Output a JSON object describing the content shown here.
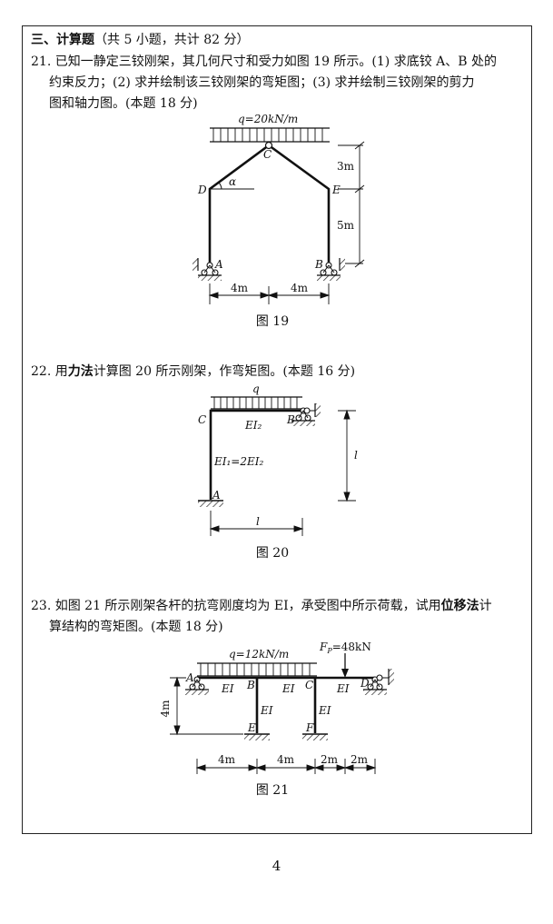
{
  "section": {
    "prefix": "三、",
    "title": "计算题",
    "note": "（共 5 小题，共计 82 分）"
  },
  "q21": {
    "line1": "21. 已知一静定三铰刚架，其几何尺寸和受力如图 19 所示。(1) 求底铰 A、B 处的",
    "line2": "约束反力；(2) 求并绘制该三铰刚架的弯矩图；(3) 求并绘制三铰刚架的剪力",
    "line3": "图和轴力图。(本题 18 分)",
    "fig": {
      "load": "q=20kN/m",
      "c": "C",
      "d": "D",
      "e": "E",
      "a": "A",
      "b": "B",
      "alpha": "α",
      "h1": "3m",
      "h2": "5m",
      "w1": "4m",
      "w2": "4m",
      "caption": "图 19"
    }
  },
  "q22": {
    "line_pre": "22. 用",
    "line_bold": "力法",
    "line_post": "计算图 20 所示刚架，作弯矩图。(本题 16 分)",
    "fig": {
      "load": "q",
      "c": "C",
      "b": "B",
      "a": "A",
      "ei2": "EI₂",
      "ei1": "EI₁=2EI₂",
      "height": "l",
      "width": "l",
      "caption": "图 20"
    }
  },
  "q23": {
    "line1_pre": "23. 如图 21 所示刚架各杆的抗弯刚度均为 EI，承受图中所示荷载，试用",
    "line1_bold": "位移法",
    "line1_post": "计",
    "line2": "算结构的弯矩图。(本题 18 分)",
    "fig": {
      "load": "q=12kN/m",
      "force": "F",
      "force_sub": "P",
      "force_val": "=48kN",
      "a": "A",
      "b": "B",
      "c": "C",
      "d": "D",
      "e": "E",
      "f": "F",
      "ei": "EI",
      "height": "4m",
      "w1": "4m",
      "w2": "4m",
      "w3": "2m",
      "w4": "2m",
      "caption": "图 21"
    }
  },
  "page_number": "4"
}
